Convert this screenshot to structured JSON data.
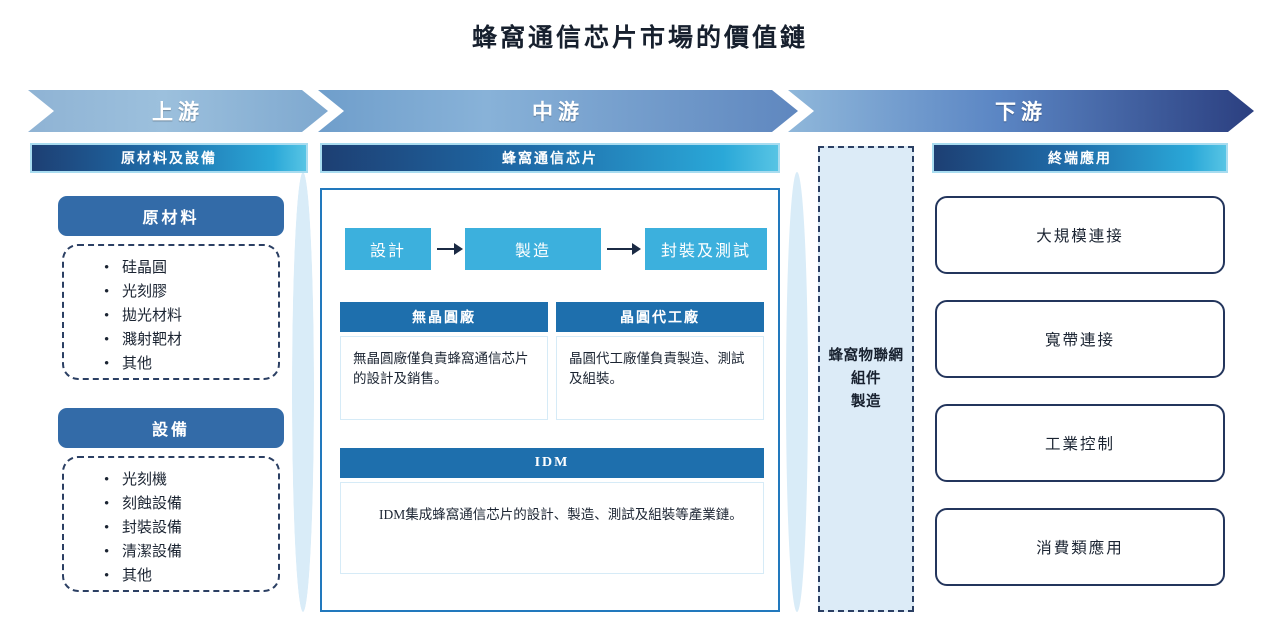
{
  "title": "蜂窩通信芯片市場的價值鏈",
  "stages": [
    {
      "key": "upstream",
      "label": "上游"
    },
    {
      "key": "midstream",
      "label": "中游"
    },
    {
      "key": "downstream",
      "label": "下游"
    }
  ],
  "upstream": {
    "header": "原材料及設備",
    "groups": [
      {
        "title": "原材料",
        "items": [
          "硅晶圓",
          "光刻膠",
          "拋光材料",
          "濺射靶材",
          "其他"
        ]
      },
      {
        "title": "設備",
        "items": [
          "光刻機",
          "刻蝕設備",
          "封裝設備",
          "清潔設備",
          "其他"
        ]
      }
    ]
  },
  "midstream": {
    "header": "蜂窩通信芯片",
    "process": [
      {
        "label": "設計"
      },
      {
        "label": "製造"
      },
      {
        "label": "封裝及測試"
      }
    ],
    "panels": [
      {
        "title": "無晶圓廠",
        "body": "無晶圓廠僅負責蜂窩通信芯片的設計及銷售。"
      },
      {
        "title": "晶圓代工廠",
        "body": "晶圓代工廠僅負責製造、測試及組裝。"
      },
      {
        "title": "IDM",
        "body": "IDM集成蜂窩通信芯片的設計、製造、測試及組裝等產業鏈。"
      }
    ]
  },
  "module": {
    "label": "蜂窩物聯網\n組件\n製造"
  },
  "downstream": {
    "header": "終端應用",
    "applications": [
      "大規模連接",
      "寬帶連接",
      "工業控制",
      "消費類應用"
    ]
  },
  "colors": {
    "title_text": "#17202e",
    "header_gradient_start": "#1d3f73",
    "header_gradient_end": "#57c4e4",
    "sub_header": "#336ba8",
    "panel_header": "#1e6fad",
    "process_box": "#3cb0dd",
    "midstream_border": "#2279bd",
    "dashed_border": "#2b3f63",
    "app_border": "#23355c",
    "module_fill": "#dcebf7",
    "leaf_fill": "#d9ecf8"
  }
}
